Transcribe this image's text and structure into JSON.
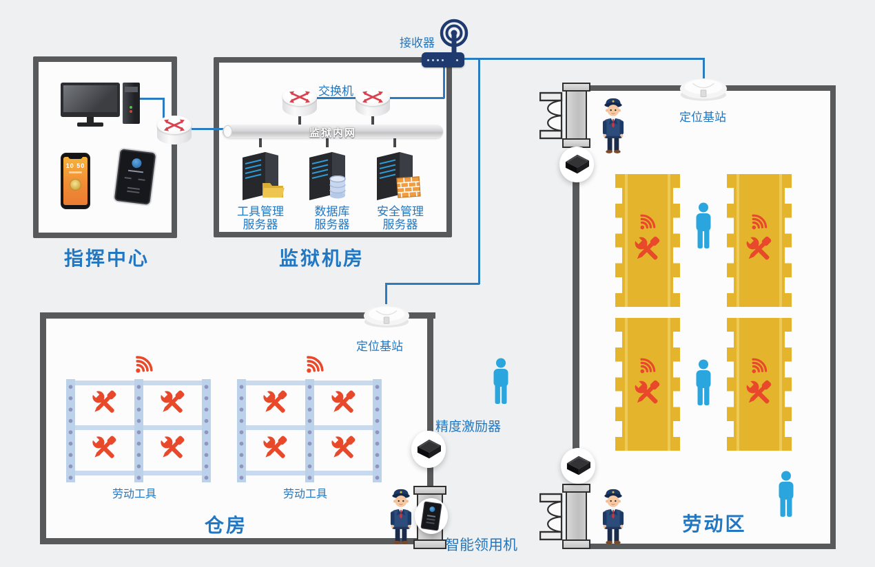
{
  "receiver": {
    "label": "接收器"
  },
  "command_center": {
    "label": "指挥中心",
    "phone": {
      "time": "10 50"
    }
  },
  "server_room": {
    "label": "监狱机房",
    "switch_label": "交换机",
    "intranet_label": "监狱内网",
    "servers": [
      {
        "label": "工具管理\n服务器"
      },
      {
        "label": "数据库\n服务器"
      },
      {
        "label": "安全管理\n服务器"
      }
    ]
  },
  "warehouse": {
    "label": "仓房",
    "base_station_label": "定位基站",
    "exciter_label": "精度激励器",
    "kiosk_label": "智能领用机",
    "shelves": [
      {
        "label": "劳动工具"
      },
      {
        "label": "劳动工具"
      }
    ]
  },
  "labor_area": {
    "label": "劳动区",
    "base_station_label": "定位基站"
  },
  "colors": {
    "background": "#eef0f1",
    "wall_grey": "#58595b",
    "label_blue": "#2277c2",
    "line_blue": "#2b7bc0",
    "navy": "#1e3a6e",
    "tool_red": "#e8492a",
    "table_yellow": "#e4b42d",
    "person_blue": "#2aa5dd"
  }
}
